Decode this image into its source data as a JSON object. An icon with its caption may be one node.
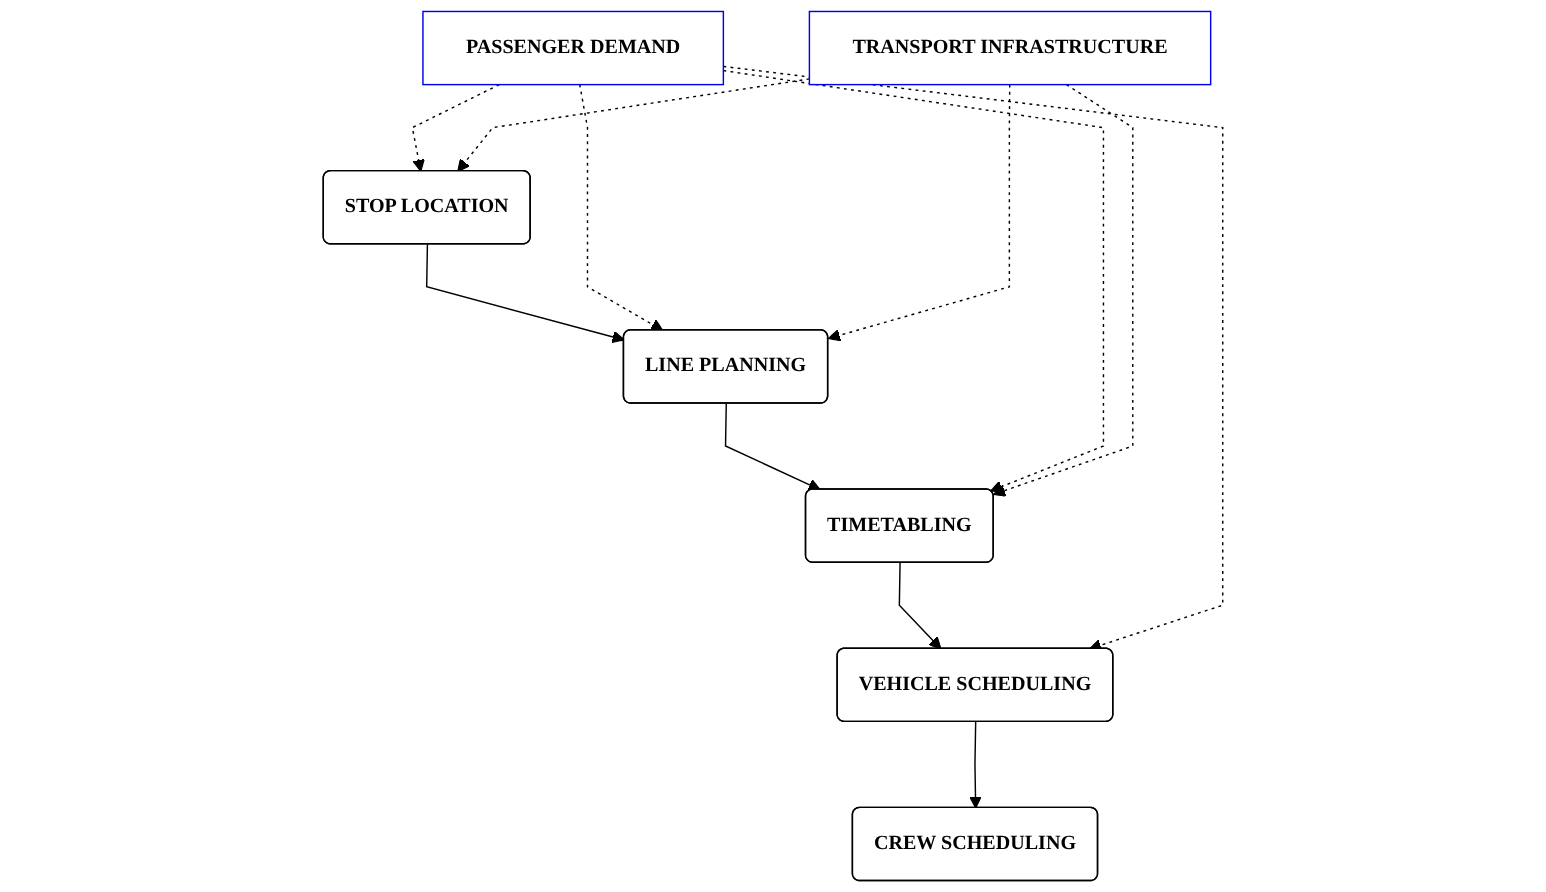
{
  "diagram": {
    "nodes": [
      {
        "text": [
          "STOP LOCATION"
        ]
      },
      {
        "text": [
          "LINE PLANNING"
        ]
      },
      {
        "text": [
          "TIMETABLING"
        ]
      },
      {
        "text": [
          "VEHICLE SCHEDULING"
        ]
      },
      {
        "text": [
          "CREW SCHEDULING"
        ]
      },
      {
        "text": [
          "PASSENGER DEMAND"
        ]
      },
      {
        "text": [
          "TRANSPORT INFRASTRUCTURE"
        ]
      }
    ],
    "edges": [
      {
        "from": 0,
        "to": 1,
        "arrow": "to"
      },
      {
        "from": 1,
        "to": 2,
        "arrow": "to"
      },
      {
        "from": 2,
        "to": 3,
        "arrow": "to"
      },
      {
        "from": 3,
        "to": 4,
        "arrow": "to"
      },
      {
        "from": 5,
        "to": 0,
        "arrow": "to",
        "style": "dashed"
      },
      {
        "from": 5,
        "to": 1,
        "arrow": "to",
        "style": "dashed"
      },
      {
        "from": 5,
        "to": 2,
        "arrow": "to",
        "style": "dashed"
      },
      {
        "from": 5,
        "to": 3,
        "arrow": "to",
        "style": "dashed"
      },
      {
        "from": 6,
        "to": 0,
        "arrow": "to",
        "style": "dashed"
      },
      {
        "from": 6,
        "to": 1,
        "arrow": "to",
        "style": "dashed"
      },
      {
        "from": 6,
        "to": 2,
        "arrow": "to",
        "style": "dashed"
      }
    ]
  }
}
